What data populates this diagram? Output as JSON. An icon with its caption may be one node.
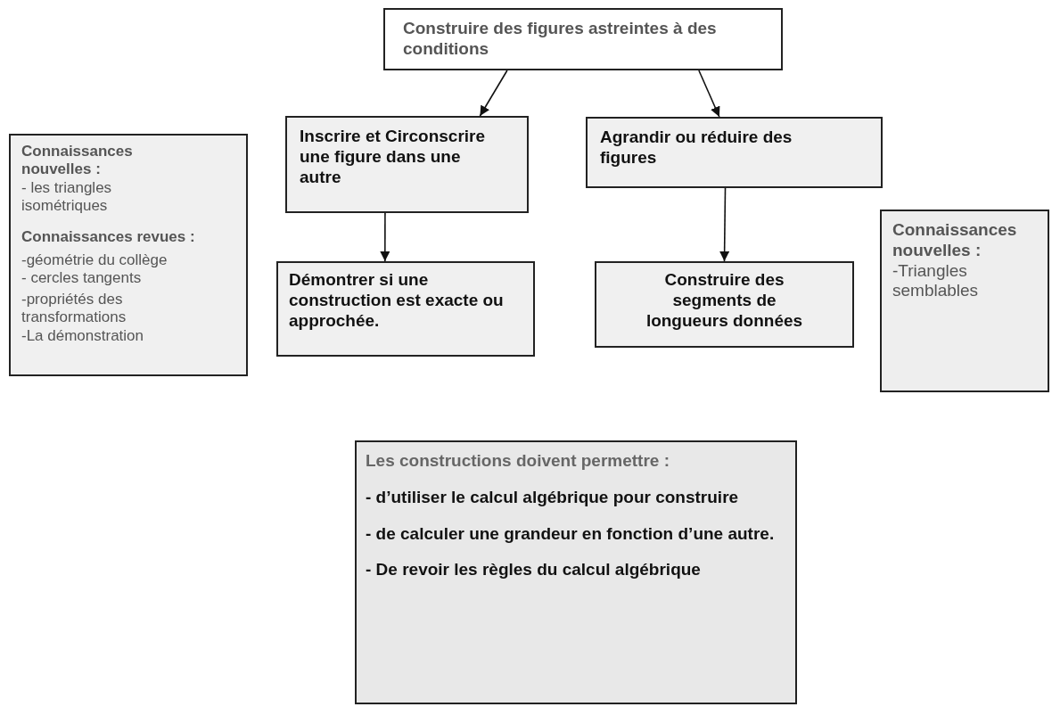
{
  "diagram": {
    "nodes": [
      {
        "text": [
          "Construire des figures astreintes à des conditions"
        ]
      },
      {
        "text": [
          "Inscrire et Circonscrire une figure dans une autre"
        ]
      },
      {
        "text": [
          "Agrandir ou réduire des figures"
        ]
      },
      {
        "text": [
          "Connaissances nouvelles :",
          "- les triangles isométriques",
          "Connaissances revues :",
          "-géométrie du collège",
          "- cercles tangents",
          "-propriétés des transformations",
          "-La démonstration"
        ]
      },
      {
        "text": [
          "Démontrer si une construction est exacte ou approchée."
        ]
      },
      {
        "text": [
          "Construire des segments de longueurs données"
        ]
      },
      {
        "text": [
          "Connaissances nouvelles :",
          "-Triangles semblables"
        ]
      },
      {
        "text": [
          "Les constructions doivent permettre :",
          "- d’utiliser le calcul algébrique pour construire",
          "- de calculer une grandeur en fonction d’une autre.",
          "- De revoir les règles du calcul algébrique"
        ]
      }
    ],
    "edges": [
      {
        "from": 0,
        "to": 1,
        "arrow": "to"
      },
      {
        "from": 0,
        "to": 2,
        "arrow": "to"
      },
      {
        "from": 1,
        "to": 4,
        "arrow": "to"
      },
      {
        "from": 2,
        "to": 5,
        "arrow": "to"
      }
    ]
  }
}
